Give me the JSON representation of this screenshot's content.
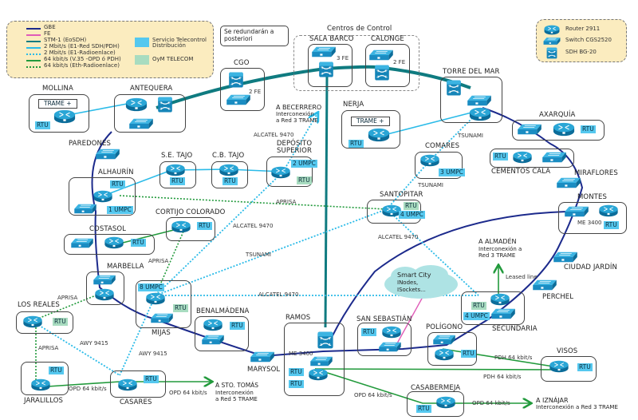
{
  "legend_lines": {
    "items": [
      {
        "label": "GBE",
        "color": "#1c2a8c",
        "style": "solid"
      },
      {
        "label": "FE",
        "color": "#e05cb8",
        "style": "solid"
      },
      {
        "label": "STM-1 (EoSDH)",
        "color": "#0f7b80",
        "style": "solid"
      },
      {
        "label": "2 Mbit/s (E1-Red SDH/PDH)",
        "color": "#2bbbe8",
        "style": "solid"
      },
      {
        "label": "2 Mbit/s (E1-Radioenlace)",
        "color": "#2bbbe8",
        "style": "dotted"
      },
      {
        "label": "64 kbit/s (V.35 -OPD ó PDH)",
        "color": "#229a3c",
        "style": "solid"
      },
      {
        "label": "64 kbit/s (Eth-Radioenlace)",
        "color": "#229a3c",
        "style": "dotted"
      }
    ],
    "swatches": [
      {
        "label": "Servicio Telecontrol Distribución",
        "color": "#55c8ef"
      },
      {
        "label": "OyM TELECOM",
        "color": "#a8dcc0"
      }
    ]
  },
  "legend_devices": {
    "items": [
      {
        "label": "Router 2911",
        "icon": "router-icon"
      },
      {
        "label": "Switch CGS2520",
        "icon": "switch-icon"
      },
      {
        "label": "SDH BG-20",
        "icon": "sdh-icon"
      }
    ]
  },
  "callout": "Se redundarán a posteriori",
  "control_centers": {
    "title": "Centros de Control"
  },
  "sites": {
    "sala_barco": "SALA BARCO",
    "calonge": "CALONGE",
    "cgo": "CGO",
    "torre_del_mar": "TORRE DEL MAR",
    "mollina": "MOLLINA",
    "antequera": "ANTEQUERA",
    "nerja": "NERJA",
    "axarquia": "AXARQUÍA",
    "paredones": "PAREDONES",
    "se_tajo": "S.E. TAJO",
    "cb_tajo": "C.B. TAJO",
    "deposito": "DEPÓSITO SUPERIOR",
    "comares": "COMARES",
    "cementos_cala": "CEMENTOS CALA",
    "miraflores": "MIRAFLORES",
    "alhaurin": "ALHAURÍN",
    "santopitar": "SANTOPITAR",
    "montes": "MONTES",
    "cortijo": "CORTIJO COLORADO",
    "costasol": "COSTASOL",
    "marbella": "MARBELLA",
    "ciudad_jardin": "CIUDAD JARDÍN",
    "perchel": "PERCHEL",
    "los_reales": "LOS REALES",
    "mijas": "MIJAS",
    "benalmadena": "BENALMÁDENA",
    "ramos": "RAMOS",
    "san_sebastian": "SAN SEBASTIÁN",
    "poligono": "POLÍGONO",
    "secundaria": "SECUNDARIA",
    "visos": "VISOS",
    "marysol": "MARYSOL",
    "jaralillos": "JARALILLOS",
    "casares": "CASARES",
    "casabermeja": "CASABERMEJA"
  },
  "tags": {
    "rtu": "RTU",
    "trame": "TRAME +",
    "umpc1": "1 UMPC",
    "umpc2": "2 UMPC",
    "umpc3": "3 UMPC",
    "umpc4": "4 UMPC",
    "umpc8": "8 UMPC",
    "me3400": "ME 3400",
    "fe2": "2 FE",
    "fe3": "3 FE"
  },
  "link_labels": {
    "alcatel": "ALCATEL 9470",
    "tsunami": "TSUNAMI",
    "aprisa": "APRISA",
    "awy": "AWY 9415",
    "opd": "OPD 64 kbit/s",
    "pdh": "PDH 64 kbit/s",
    "leased": "Leased line"
  },
  "external": {
    "becerrero_title": "A BECERRERO",
    "becerrero_sub1": "Interconexión",
    "becerrero_sub2": "a Red 3 TRAME",
    "almaden_title": "A ALMADÉN",
    "almaden_sub1": "Interconexión a",
    "almaden_sub2": "Red 3 TRAME",
    "sto_tomas_title": "A STO. TOMÁS",
    "sto_tomas_sub1": "Interconexión",
    "sto_tomas_sub2": "a Red 5 TRAME",
    "iznajar_title": "A IZNÁJAR",
    "iznajar_sub": "Interconexión a Red 3 TRAME"
  },
  "smart_city": {
    "title": "Smart City",
    "line1": "INodes,",
    "line2": "ISockets..."
  }
}
